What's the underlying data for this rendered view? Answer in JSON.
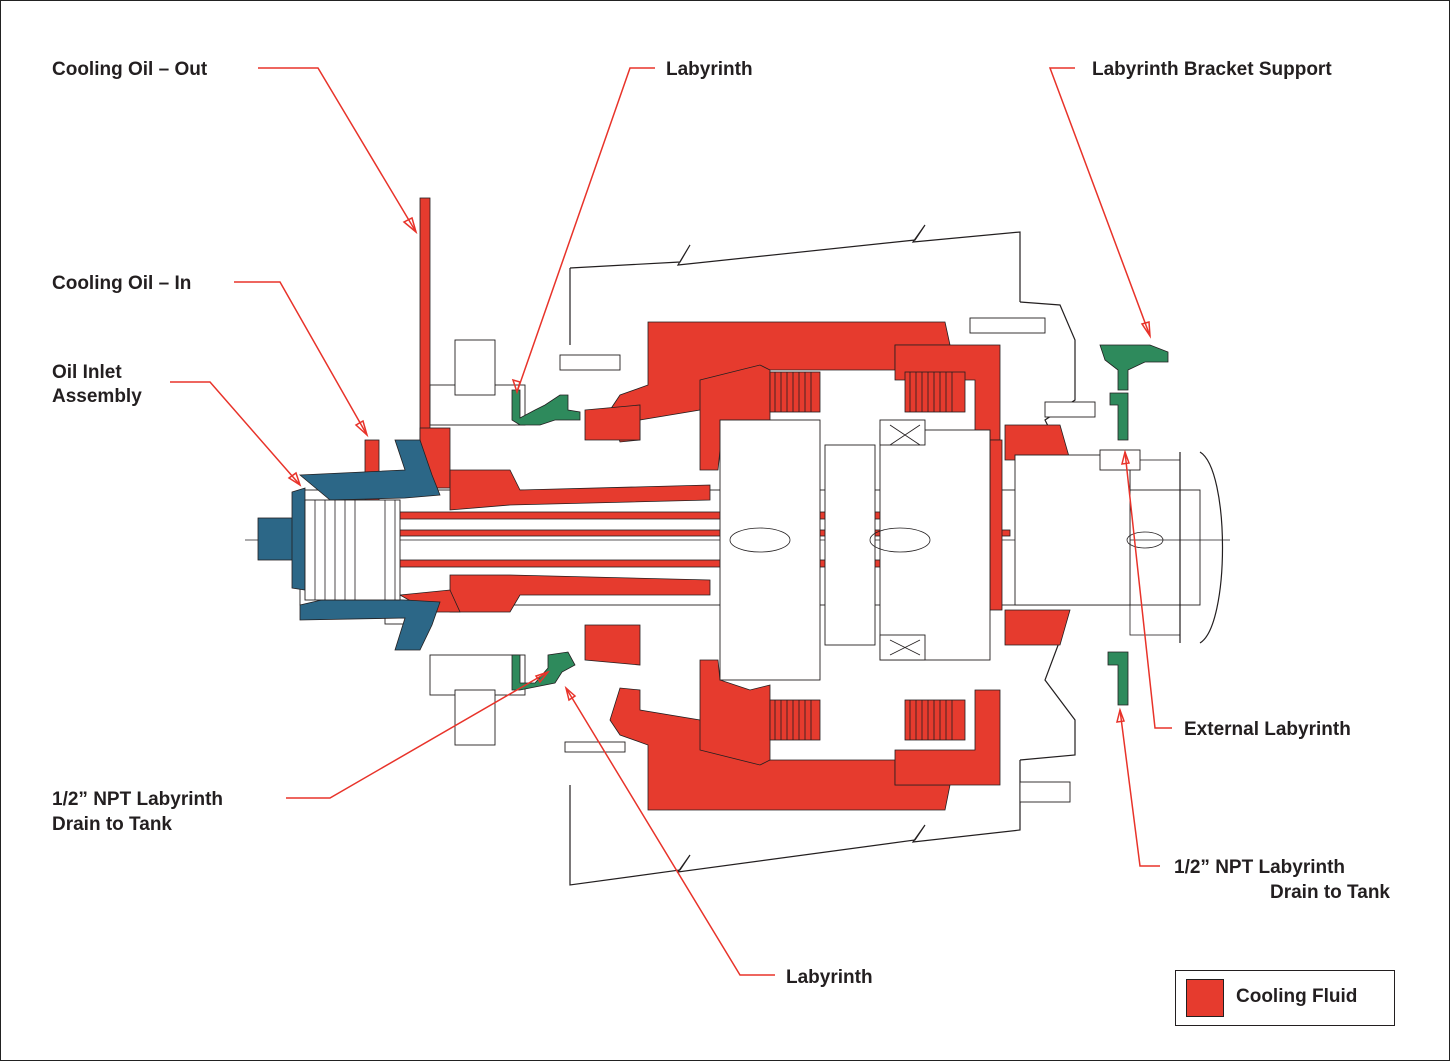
{
  "labels": {
    "cooling_oil_out": "Cooling Oil – Out",
    "cooling_oil_in": "Cooling Oil – In",
    "oil_inlet_line1": "Oil Inlet",
    "oil_inlet_line2": "Assembly",
    "labyrinth_top": "Labyrinth",
    "labyrinth_bracket_support": "Labyrinth Bracket Support",
    "external_labyrinth": "External Labyrinth",
    "npt_drain_left_line1": "1/2” NPT Labyrinth",
    "npt_drain_left_line2": "Drain to Tank",
    "npt_drain_right_line1": "1/2” NPT Labyrinth",
    "npt_drain_right_line2": "Drain to Tank",
    "labyrinth_bottom": "Labyrinth"
  },
  "legend": {
    "label": "Cooling Fluid",
    "color": "#e63b2e"
  },
  "colors": {
    "cooling_fluid": "#e63b2e",
    "oil_inlet_assembly": "#2c6787",
    "labyrinth": "#2e8a5c",
    "leader_lines": "#e8332a"
  }
}
